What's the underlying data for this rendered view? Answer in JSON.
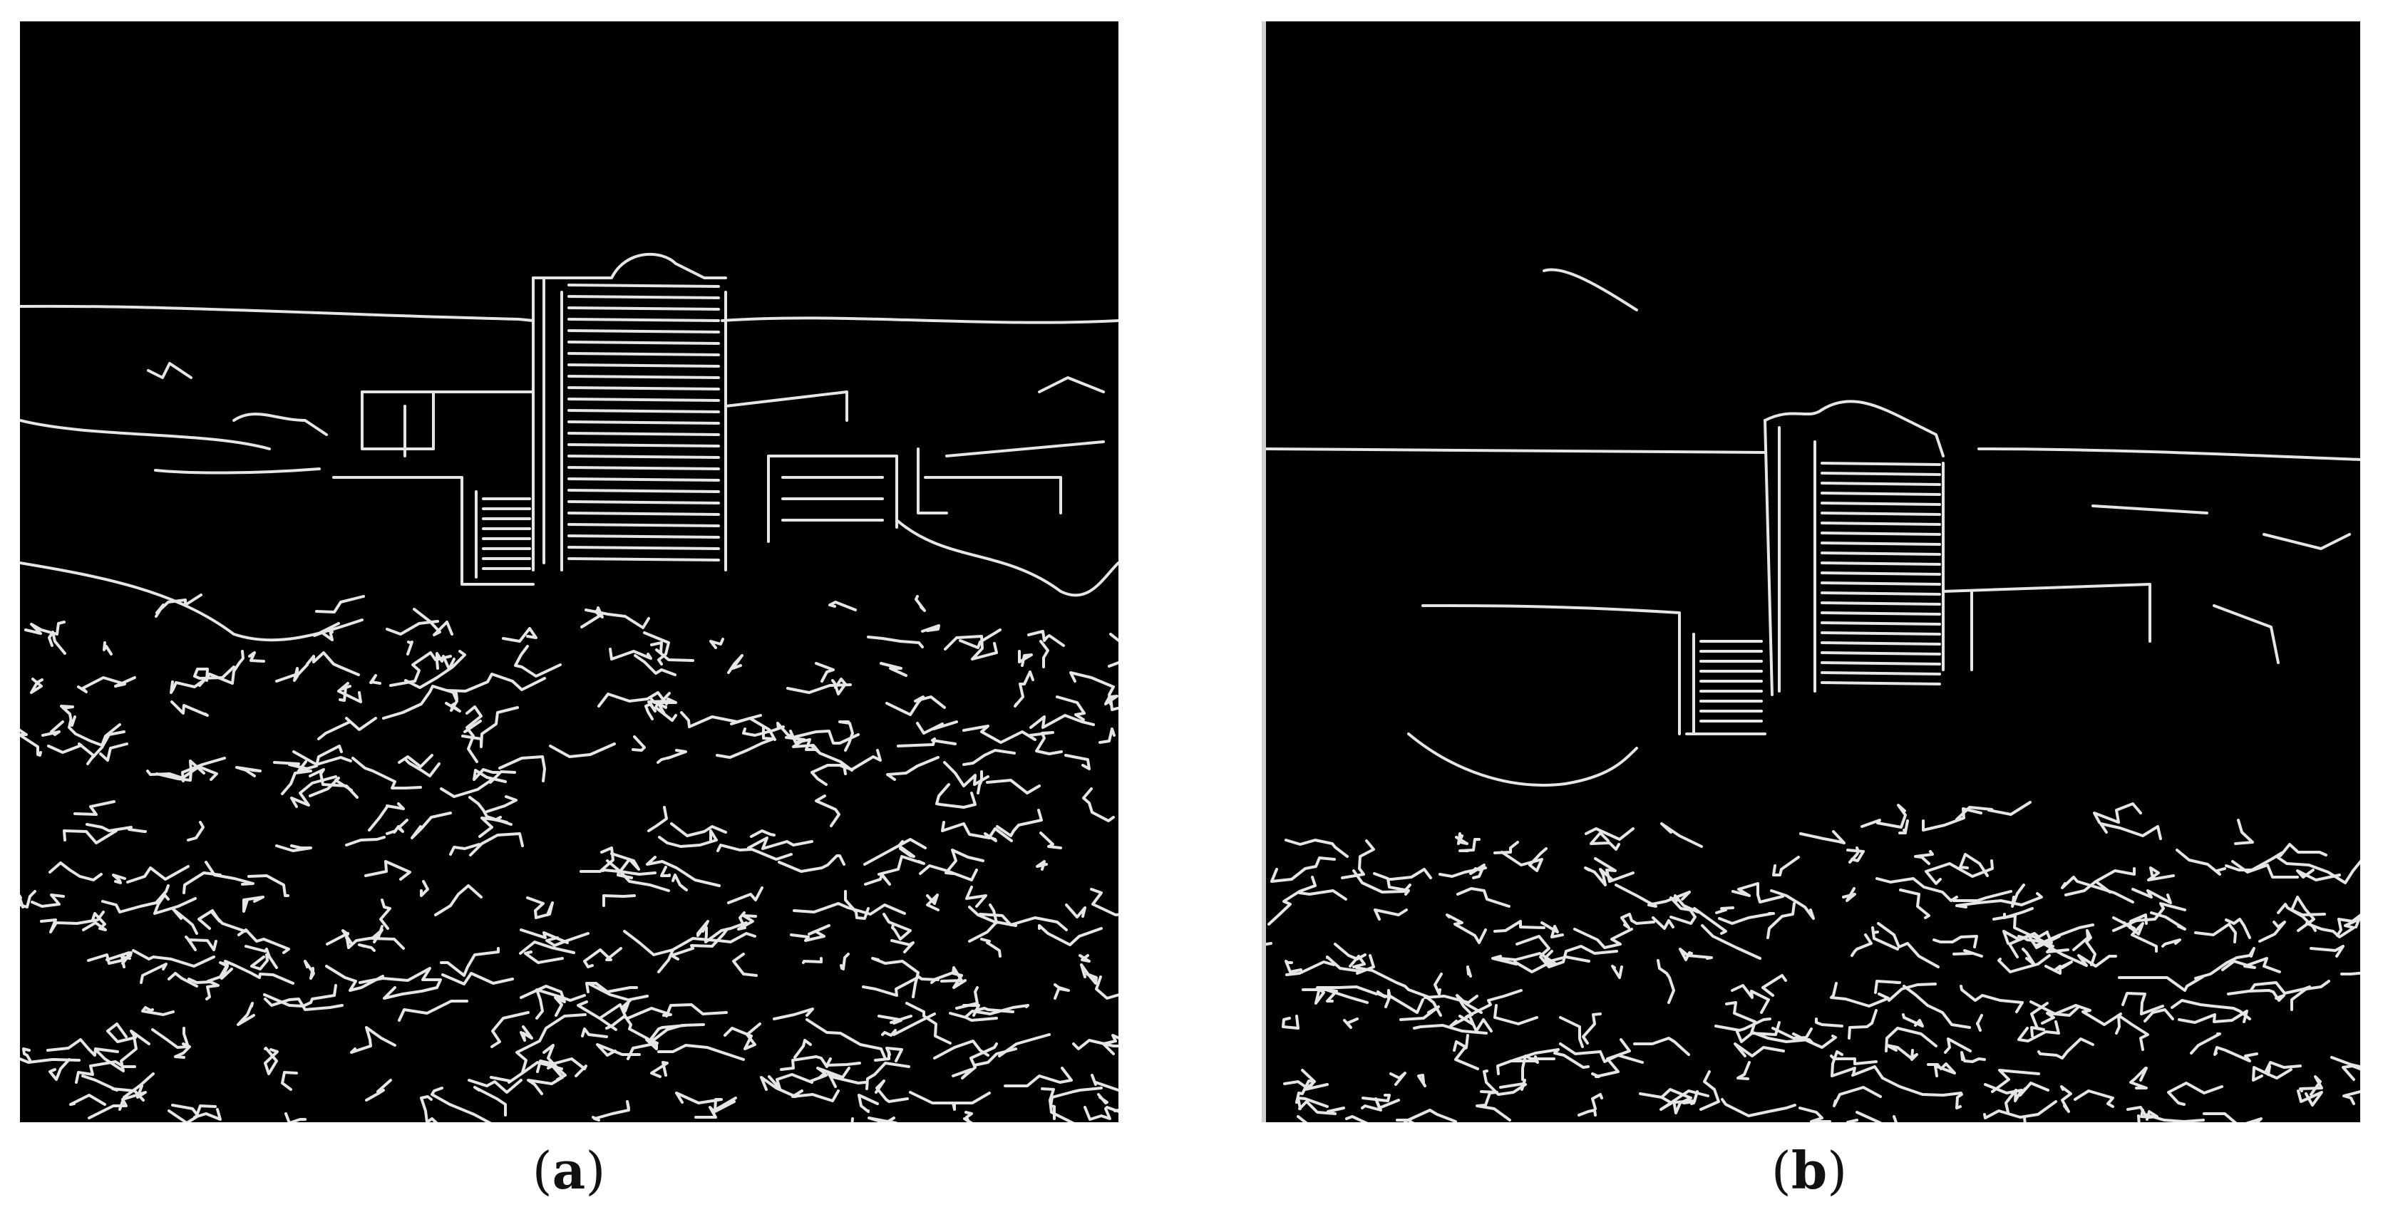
{
  "panels": [
    {
      "id": "a",
      "label_open": "(",
      "label_letter": "a",
      "label_close": ")"
    },
    {
      "id": "b",
      "label_open": "(",
      "label_letter": "b",
      "label_close": ")"
    }
  ],
  "colors": {
    "background": "#000000",
    "edges": "#e6e6e6",
    "page": "#ffffff"
  }
}
